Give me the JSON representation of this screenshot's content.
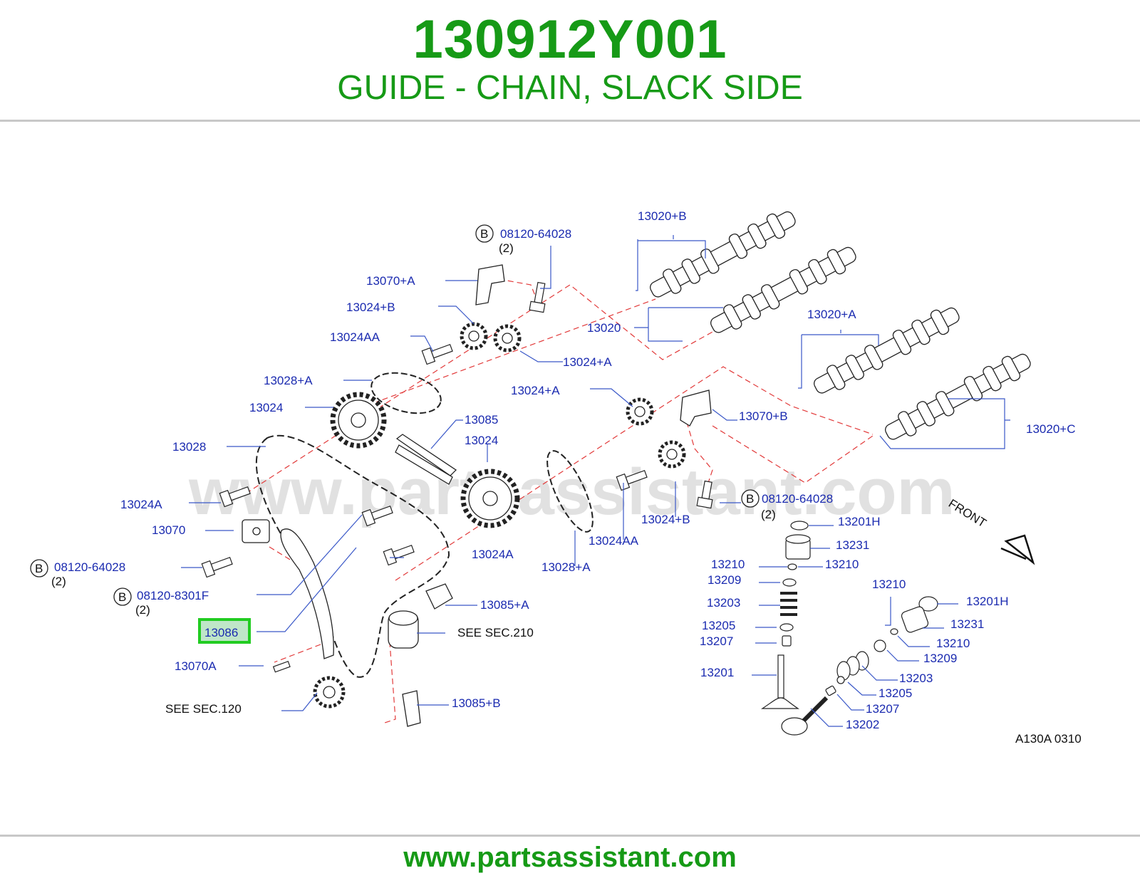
{
  "header": {
    "part_number": "130912Y001",
    "description": "GUIDE - CHAIN, SLACK SIDE"
  },
  "footer": {
    "url": "www.partsassistant.com"
  },
  "watermark": "www.partsassistant.com",
  "diagram_code": "A130A   0310",
  "front_label": "FRONT",
  "highlight_color": "#22cc22",
  "labels": {
    "l_13020B": "13020+B",
    "l_b1_code": "08120-64028",
    "l_b1_qty": "(2)",
    "l_13070A_plus": "13070+A",
    "l_13024B_top": "13024+B",
    "l_13024AA_top": "13024AA",
    "l_13020": "13020",
    "l_13024A_plus_top": "13024+A",
    "l_13020A_plus": "13020+A",
    "l_13028A_top": "13028+A",
    "l_13024_left": "13024",
    "l_13024A_plus_mid": "13024+A",
    "l_13070B_plus": "13070+B",
    "l_13085": "13085",
    "l_13024_mid": "13024",
    "l_13020C": "13020+C",
    "l_13028": "13028",
    "l_13024A": "13024A",
    "l_b2_code": "08120-64028",
    "l_b2_qty": "(2)",
    "l_13024B_right": "13024+B",
    "l_13070": "13070",
    "l_13024AA_bot": "13024AA",
    "l_b3_code": "08120-64028",
    "l_b3_qty": "(2)",
    "l_13024A_mid": "13024A",
    "l_13028A_bot": "13028+A",
    "l_b4_code": "08120-8301F",
    "l_b4_qty": "(2)",
    "l_13085A": "13085+A",
    "l_13086": "13086",
    "l_see210": "SEE   SEC.210",
    "l_13070A": "13070A",
    "l_see120": "SEE   SEC.120",
    "l_13085B": "13085+B",
    "l_13201H_a": "13201H",
    "l_13231_a": "13231",
    "l_13210_a1": "13210",
    "l_13210_a2": "13210",
    "l_13209_a": "13209",
    "l_13203_a": "13203",
    "l_13205_a": "13205",
    "l_13207_a": "13207",
    "l_13201": "13201",
    "l_13210_b1": "13210",
    "l_13201H_b": "13201H",
    "l_13231_b": "13231",
    "l_13210_b2": "13210",
    "l_13209_b": "13209",
    "l_13203_b": "13203",
    "l_13205_b": "13205",
    "l_13207_b": "13207",
    "l_13202": "13202",
    "b_marker": "B"
  }
}
